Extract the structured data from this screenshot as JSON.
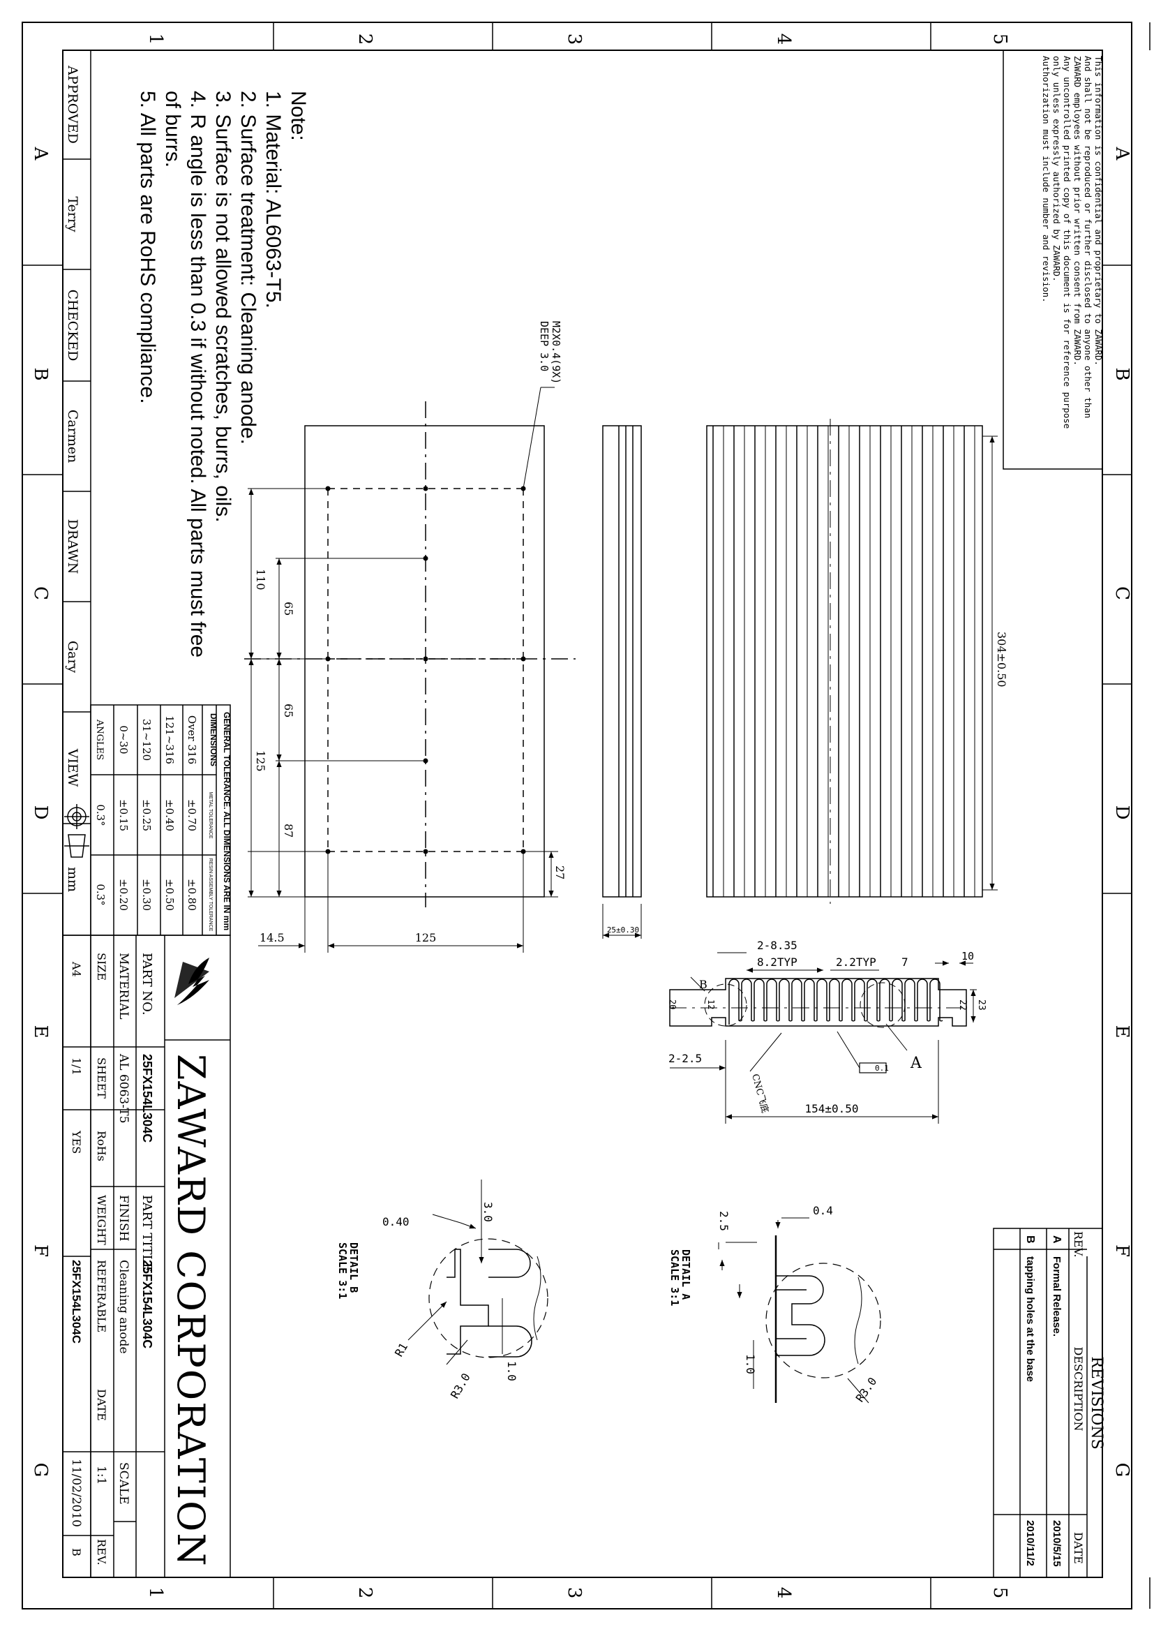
{
  "grid": {
    "col_labels": [
      "1",
      "2",
      "3",
      "4",
      "5"
    ],
    "row_labels": [
      "A",
      "B",
      "C",
      "D",
      "E",
      "F",
      "G"
    ]
  },
  "confidential": [
    "This information is confidential and proprietary to ZAWARD.",
    "And shall not be reproduced or further disclosed to anyone other than",
    "ZAWARD employees without prior written consent from ZAWARD.",
    "Any uncontrolled printed copy of this document is for reference purpose",
    "only unless expressly authorized by ZAWARD.",
    "Authorization must include number and revision."
  ],
  "notes": {
    "heading": "Note:",
    "items": [
      "1.  Material: AL6063-T5.",
      "2.  Surface treatment: Cleaning anode.",
      "3.  Surface is not allowed scratches, burrs, oils.",
      "4.  R angle is less than 0.3 if without noted. All parts must free",
      "      of burrs.",
      "5.  All parts are  RoHS compliance."
    ]
  },
  "approvals": [
    {
      "role": "APPROVED",
      "name": "Terry"
    },
    {
      "role": "CHECKED",
      "name": "Carmen"
    },
    {
      "role": "DRAWN",
      "name": "Gary"
    }
  ],
  "view_label": "VIEW",
  "unit_label": "mm",
  "tolerance": {
    "title": "GENERAL TOLERANCE. ALL DIMENSIONS ARE IN mm",
    "col_dimensions": "DIMENSIONS",
    "col_metal": "METAL TOLERANCE",
    "col_resin": "RESIN ASSEMBLY   TOLERANCE",
    "rows": [
      [
        "Over 316",
        "±0.70",
        "±0.80"
      ],
      [
        "121~316",
        "±0.40",
        "±0.50"
      ],
      [
        "31~120",
        "±0.25",
        "±0.30"
      ],
      [
        "0~30",
        "±0.15",
        "±0.20"
      ],
      [
        "ANGLES",
        "0.3°",
        "0.3°"
      ]
    ]
  },
  "title_block": {
    "company": "ZAWARD   CORPORATION",
    "part_no_label": "PART NO.",
    "part_no": "25FX154L304C",
    "part_title_label": "PART TITLE",
    "part_title": "25FX154L304C",
    "material_label": "MATERIAL",
    "material": "AL 6063-T5",
    "finish_label": "FINISH",
    "finish": "Cleaning anode",
    "scale_label": "SCALE",
    "scale": "1:1",
    "size_label": "SIZE",
    "sheet_label": "SHEET",
    "rohs_label": "RoHs",
    "weight_label": "WEIGHT",
    "referable_label": "REFERABLE",
    "date_label": "DATE",
    "rev_label": "REV.",
    "size": "A4",
    "sheet": "1/1",
    "rohs": "YES",
    "weight": "",
    "referable": "25FX154L304C",
    "date": "11/02/2010",
    "rev": "B"
  },
  "revisions": {
    "title": "REVISIONS",
    "col_rev": "REV.",
    "col_desc": "DESCRIPTION",
    "col_date": "DATE",
    "rows": [
      {
        "rev": "A",
        "desc": "Formal Release.",
        "date": "2010/5/15"
      },
      {
        "rev": "B",
        "desc": "tapping holes at the base",
        "date": "2010/11/2"
      }
    ]
  },
  "dimensions": {
    "screw": "M2X0.4(9X)",
    "screw_depth": "DEEP 3.0",
    "d110": "110",
    "d65a": "65",
    "d65b": "65",
    "d125v": "125",
    "d87": "87",
    "d27": "27",
    "d14_5": "14.5",
    "d125h": "125",
    "d25": "25±0.30",
    "d304": "304±0.50",
    "d8_35": "2-8.35",
    "d8_2": "8.2TYP",
    "d2_2": "2.2TYP",
    "d7": "7",
    "d10": "10",
    "d20": "20",
    "d12": "12",
    "d22": "22",
    "d23": "23",
    "d2_5": "2-2.5",
    "cnc": "CNC飞底",
    "flat": "0.1",
    "d154": "154±0.50",
    "callout_a": "A",
    "callout_b": "B"
  },
  "detail_a": {
    "title": "DETAIL A",
    "scale": "SCALE 3:1",
    "d0_4": "0.4",
    "d2_5": "2.5",
    "d1_0": "1.0",
    "r3": "R3.0"
  },
  "detail_b": {
    "title": "DETAIL B",
    "scale": "SCALE 3:1",
    "d0_40": "0.40",
    "d3_0": "3.0",
    "d1_0": "1.0",
    "r3": "R3.0",
    "r1": "R1"
  }
}
